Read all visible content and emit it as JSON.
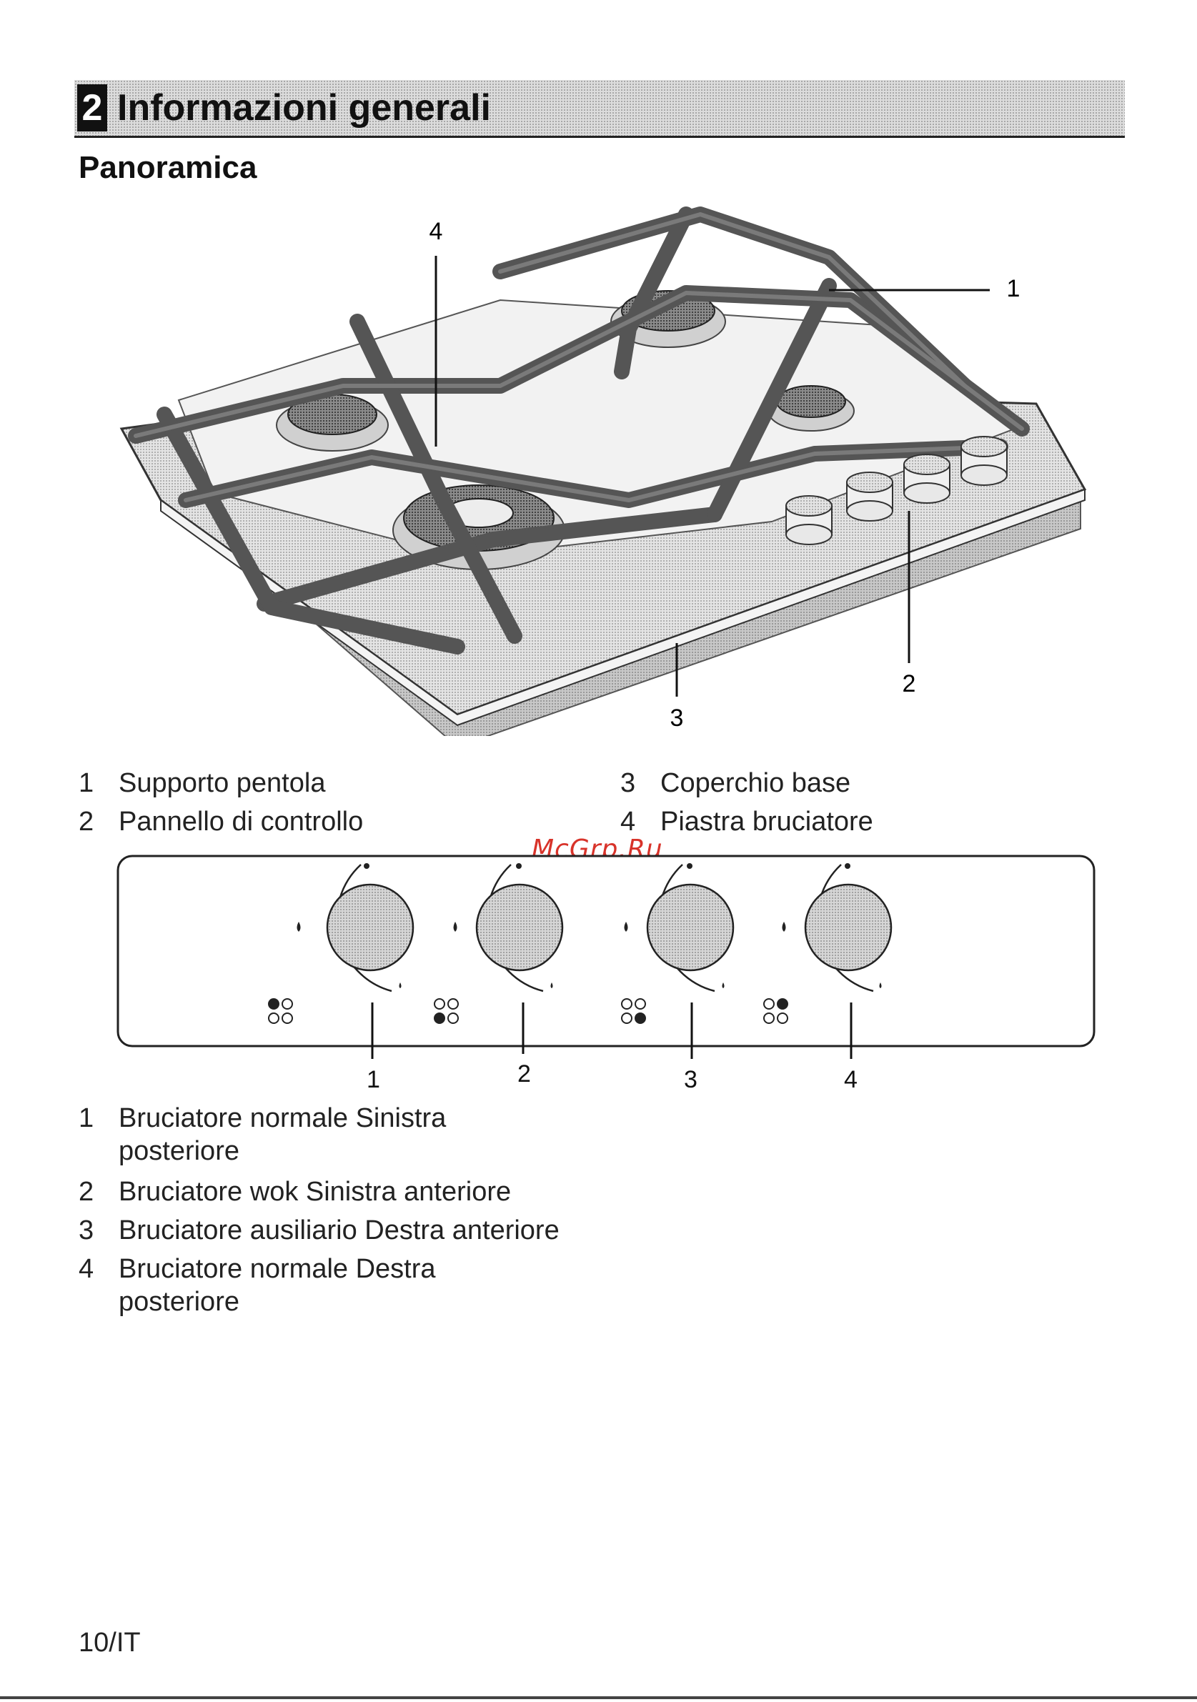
{
  "header": {
    "chapter_number": "2",
    "chapter_title": "Informazioni generali"
  },
  "section_title": "Panoramica",
  "hob_callouts": [
    "1",
    "2",
    "3",
    "4"
  ],
  "hob_legend": [
    {
      "num": "1",
      "label": "Supporto pentola"
    },
    {
      "num": "2",
      "label": "Pannello di controllo"
    },
    {
      "num": "3",
      "label": "Coperchio base"
    },
    {
      "num": "4",
      "label": "Piastra bruciatore"
    }
  ],
  "watermark": "McGrp.Ru",
  "knob_callouts": [
    "1",
    "2",
    "3",
    "4"
  ],
  "knob_legend": [
    {
      "num": "1",
      "label": "Bruciatore normale Sinistra",
      "label2": "posteriore"
    },
    {
      "num": "2",
      "label": "Bruciatore wok Sinistra anteriore",
      "label2": ""
    },
    {
      "num": "3",
      "label": "Bruciatore ausiliario Destra anteriore",
      "label2": ""
    },
    {
      "num": "4",
      "label": "Bruciatore normale Destra",
      "label2": "posteriore"
    }
  ],
  "footer": {
    "page_label": "10/IT"
  },
  "colors": {
    "accent_dark": "#111111",
    "dither_gray": "#bdbdbd",
    "watermark_red": "#d8332a"
  },
  "icons": [
    "flame-icon",
    "small-flame-icon",
    "off-dot-icon",
    "burner-position-icon"
  ]
}
